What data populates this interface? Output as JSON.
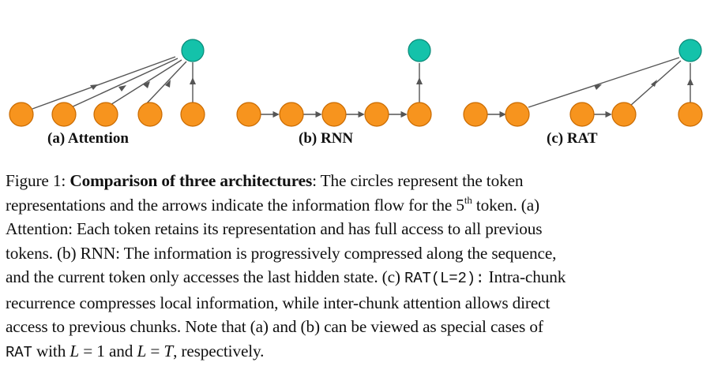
{
  "subfigures": {
    "a_label": "(a) Attention",
    "b_label": "(b) RNN",
    "c_label": "(c) RAT"
  },
  "colors": {
    "token_fill": "#F7941E",
    "token_stroke": "#C96A00",
    "output_fill": "#14C2AA",
    "output_stroke": "#0A8A78",
    "arrow": "#555555"
  },
  "caption": {
    "figure_label": "Figure 1:",
    "bold_title": "Comparison of three architectures",
    "l1_rest": ": The circles represent the token",
    "l2_a": "representations and the arrows indicate the information flow for the 5",
    "l2_sup": "th",
    "l2_b": " token. (a)",
    "l3": "Attention: Each token retains its representation and has full access to all previous",
    "l4": "tokens. (b) RNN: The information is progressively compressed along the sequence,",
    "l5_a": "and the current token only accesses the last hidden state. (c) ",
    "l5_code": "RAT(L=2):",
    "l5_b": " Intra-chunk",
    "l6": "recurrence compresses local information, while inter-chunk attention allows direct",
    "l7": "access to previous chunks. Note that (a) and (b) can be viewed as special cases of",
    "l8_code": "RAT",
    "l8_a": " with ",
    "l8_L1": "L",
    "l8_eq1": " = 1 and ",
    "l8_L2": "L",
    "l8_eq2": " = ",
    "l8_T": "T",
    "l8_end": ", respectively."
  }
}
